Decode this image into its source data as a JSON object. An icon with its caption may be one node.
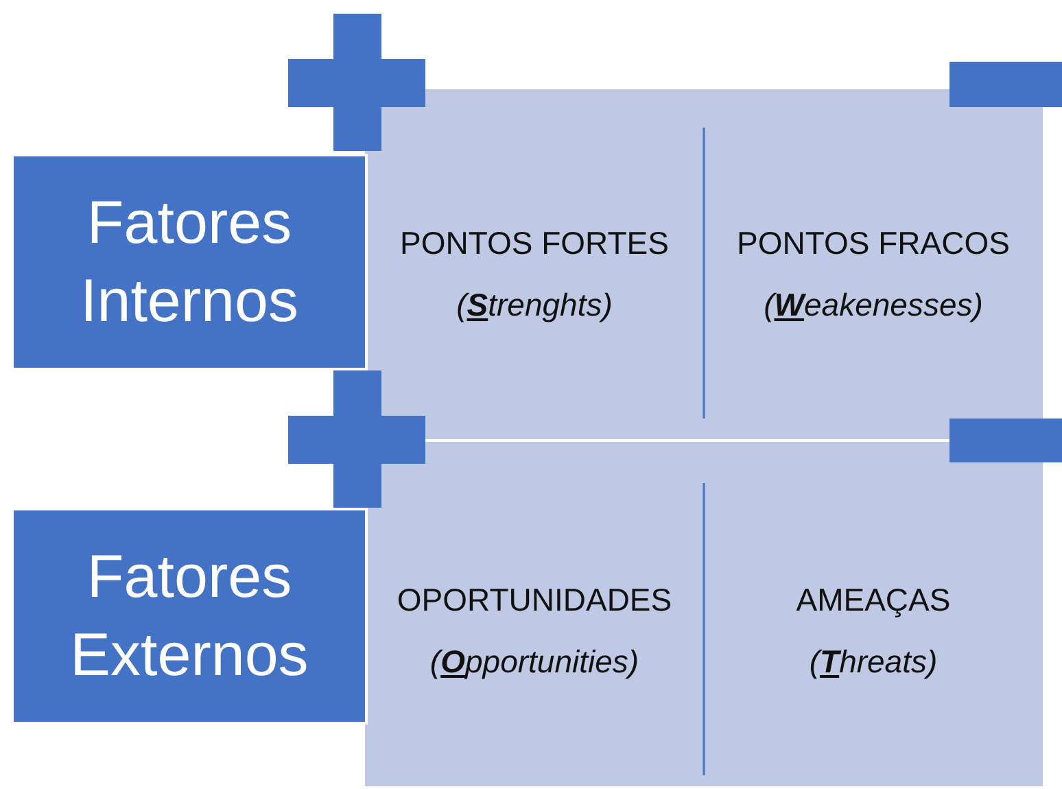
{
  "diagram": {
    "nodes": [
      {
        "text": [
          "Fatores Internos"
        ]
      },
      {
        "text": [
          "PONTOS FORTES",
          "(**S**trenghts)"
        ]
      },
      {
        "text": [
          "PONTOS FRACOS",
          "(**W**eakenesses)"
        ]
      },
      {
        "text": [
          "Fatores Externos"
        ]
      },
      {
        "text": [
          "OPORTUNIDADES",
          "(**O**pportunities)"
        ]
      },
      {
        "text": [
          "AMEAÇAS",
          "(**T**hreats)"
        ]
      }
    ]
  }
}
